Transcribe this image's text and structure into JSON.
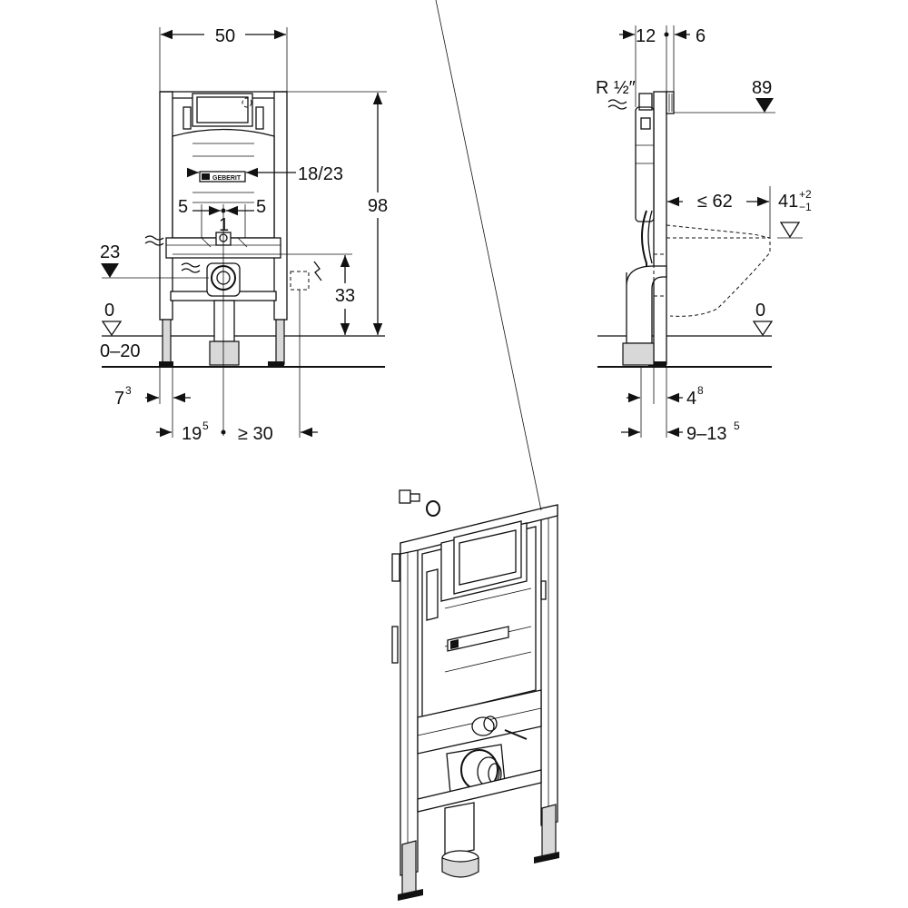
{
  "front_view": {
    "width": "50",
    "height": "98",
    "actuation_plate": "18/23",
    "spacing_left": "5",
    "spacing_right": "5",
    "spacing_center": "1",
    "inlet_height": "23",
    "outlet_height": "33",
    "floor_level": "0",
    "floor_range": "0–20",
    "left_offset": "7",
    "left_offset_sup": "3",
    "center_offset": "19",
    "center_offset_sup": "5",
    "side_clearance": "≥ 30"
  },
  "side_view": {
    "top_depth_a": "12",
    "top_depth_b": "6",
    "water_connection": "R ½″",
    "top_height": "89",
    "bowl_depth": "≤ 62",
    "seat_height": "41",
    "seat_tol_plus": "+2",
    "seat_tol_minus": "−1",
    "floor_level": "0",
    "pipe_offset": "4",
    "pipe_offset_sup": "8",
    "wall_range": "9–13",
    "wall_range_sup": "5"
  },
  "logo_text": "GEBERIT"
}
